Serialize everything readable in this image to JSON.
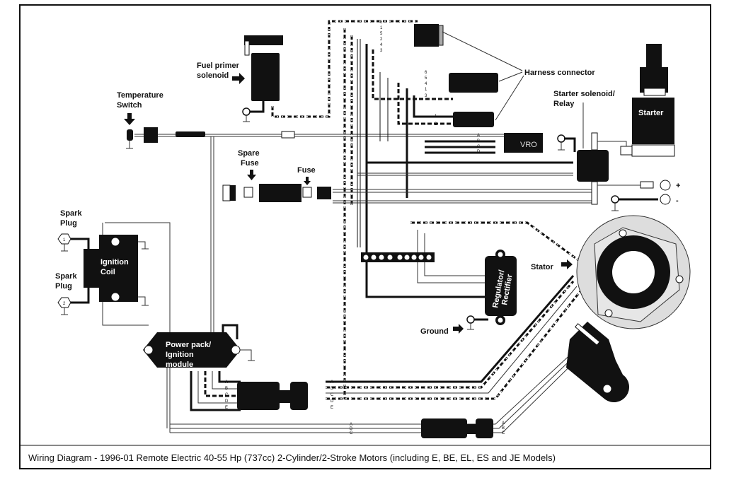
{
  "diagram": {
    "caption": "Wiring Diagram - 1996-01 Remote Electric 40-55 Hp (737cc) 2-Cylinder/2-Stroke Motors (including E, BE, EL, ES and JE Models)",
    "components": {
      "fuel_primer_solenoid": {
        "line1": "Fuel primer",
        "line2": "solenoid"
      },
      "temperature_switch": {
        "line1": "Temperature",
        "line2": "Switch"
      },
      "harness_connector": {
        "label": "Harness connector"
      },
      "starter_solenoid": {
        "line1": "Starter solenoid/",
        "line2": "Relay"
      },
      "starter": {
        "label": "Starter"
      },
      "spare_fuse": {
        "line1": "Spare",
        "line2": "Fuse"
      },
      "fuse": {
        "label": "Fuse"
      },
      "spark_plug_1": {
        "line1": "Spark",
        "line2": "Plug",
        "number": "1"
      },
      "spark_plug_2": {
        "line1": "Spark",
        "line2": "Plug",
        "number": "2"
      },
      "ignition_coil": {
        "line1": "Ignition",
        "line2": "Coil"
      },
      "vro": {
        "label": "VRO"
      },
      "battery_terminals": {
        "positive": "+",
        "negative": "-"
      },
      "regulator_rectifier": {
        "line1": "Regulator/",
        "line2": "Rectifier"
      },
      "ground": {
        "label": "Ground"
      },
      "stator": {
        "label": "Stator"
      },
      "power_pack": {
        "line1": "Power pack/",
        "line2": "Ignition",
        "line3": "module"
      }
    },
    "pin_labels": {
      "main_harness_plug": [
        "6",
        "1",
        "5",
        "2",
        "4",
        "3"
      ],
      "harness_plug_upper": [
        "6",
        "5",
        "4",
        "1",
        "3"
      ],
      "harness_plug_lower": [
        "1",
        "2"
      ],
      "vro_plug": [
        "A",
        "B",
        "C",
        "D"
      ],
      "power_pack_plug_left": [
        "A",
        "B",
        "C",
        "D",
        "E"
      ],
      "power_pack_plug_right": [
        "A",
        "B",
        "C",
        "D",
        "E"
      ],
      "stator_plug_left": [
        "A",
        "B",
        "C"
      ],
      "stator_plug_right": [
        "A",
        "B",
        "C"
      ]
    }
  }
}
